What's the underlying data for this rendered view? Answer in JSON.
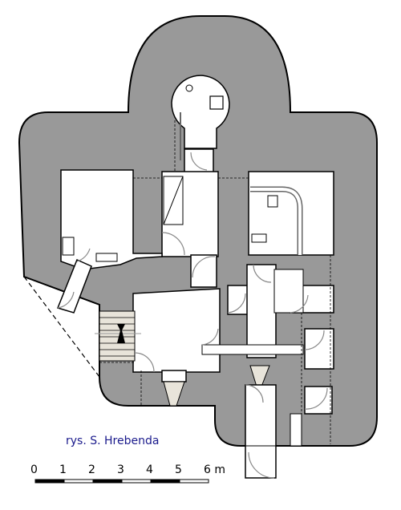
{
  "credit": "rys. S. Hrebenda",
  "scale_bar": {
    "labels": [
      "0",
      "1",
      "2",
      "3",
      "4",
      "5",
      "6 m"
    ]
  },
  "colors": {
    "concrete": "#999999",
    "wall_line": "#000000",
    "room": "#ffffff",
    "stair": "#e8e4da",
    "credit": "#1a1a8c"
  }
}
